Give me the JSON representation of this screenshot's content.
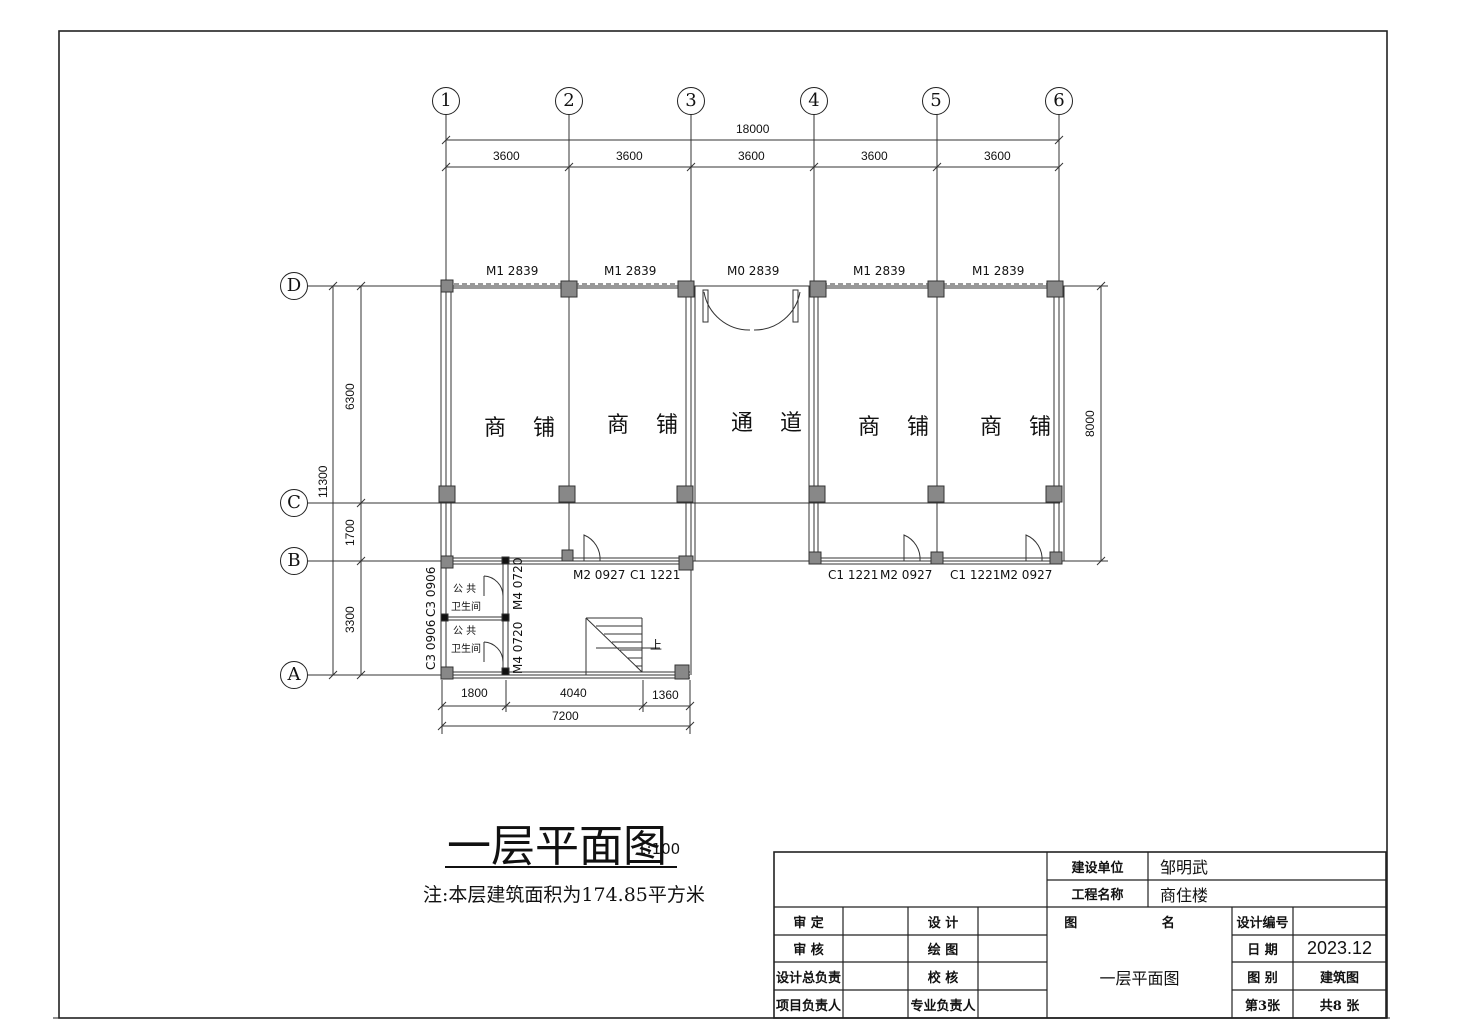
{
  "axes": {
    "vertical": [
      "1",
      "2",
      "3",
      "4",
      "5",
      "6"
    ],
    "horizontal": [
      "D",
      "C",
      "B",
      "A"
    ]
  },
  "dimensions": {
    "total_top": "18000",
    "bays_top": [
      "3600",
      "3600",
      "3600",
      "3600",
      "3600"
    ],
    "left_total": "11300",
    "left_parts": [
      "6300",
      "1700",
      "3300"
    ],
    "right_total": "8000",
    "bottom_parts": [
      "1800",
      "4040",
      "1360"
    ],
    "bottom_total": "7200"
  },
  "openings": {
    "top": [
      "M1 2839",
      "M1 2839",
      "M0 2839",
      "M1 2839",
      "M1 2839"
    ],
    "axis_b_left": [
      "M2 0927",
      "C1 1221"
    ],
    "axis_b_right": [
      "C1 1221",
      "M2 0927",
      "C1 1221",
      "M2 0927"
    ],
    "toilet_left": [
      "C3 0906",
      "C3 0906"
    ],
    "toilet_right": [
      "M4 0720",
      "M4 0720"
    ]
  },
  "rooms": {
    "shop": "商 铺",
    "corridor": "通 道",
    "toilet_line1": "公 共",
    "toilet_line2": "卫生间",
    "stair_up": "上"
  },
  "drawing": {
    "title": "一层平面图",
    "scale": "1:100",
    "note": "注:本层建筑面积为174.85平方米"
  },
  "title_block": {
    "client_label": "建设单位",
    "client_value": "邹明武",
    "project_label": "工程名称",
    "project_value": "商住楼",
    "approve": "审 定",
    "review": "审 核",
    "design_chief": "设计总负责",
    "project_lead": "项目负责人",
    "design": "设 计",
    "drawn": "绘 图",
    "check": "校 核",
    "discipline_lead": "专业负责人",
    "drawing_name_label": "图 名",
    "drawing_name_value": "一层平面图",
    "design_no_label": "设计编号",
    "date_label": "日 期",
    "date_value": "2023.12",
    "category_label": "图 别",
    "category_value": "建筑图",
    "sheet_no": "第3张",
    "sheet_total": "共8 张"
  }
}
